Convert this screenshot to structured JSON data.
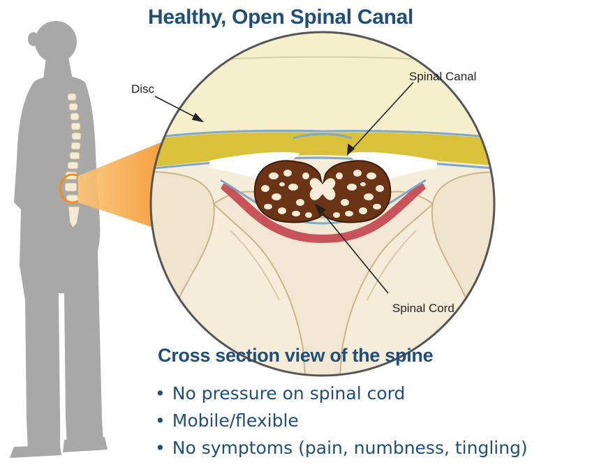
{
  "title": "Healthy, Open Spinal Canal",
  "subtitle": "Cross section view of the spine",
  "labels": {
    "disc": "Disc",
    "spinal_canal": "Spinal Canal",
    "spinal_cord": "Spinal Cord"
  },
  "bullets": [
    "No pressure on spinal cord",
    "Mobile/flexible",
    "No symptoms (pain, numbness, tingling)"
  ],
  "colors": {
    "heading": "#1f4e79",
    "silhouette": "#a6a6a6",
    "disc": "#f6efcc",
    "ligament": "#d9c23a",
    "cord": "#6b3414",
    "bone": "#efe5cf",
    "zoom_beam": "#f39a2b"
  }
}
